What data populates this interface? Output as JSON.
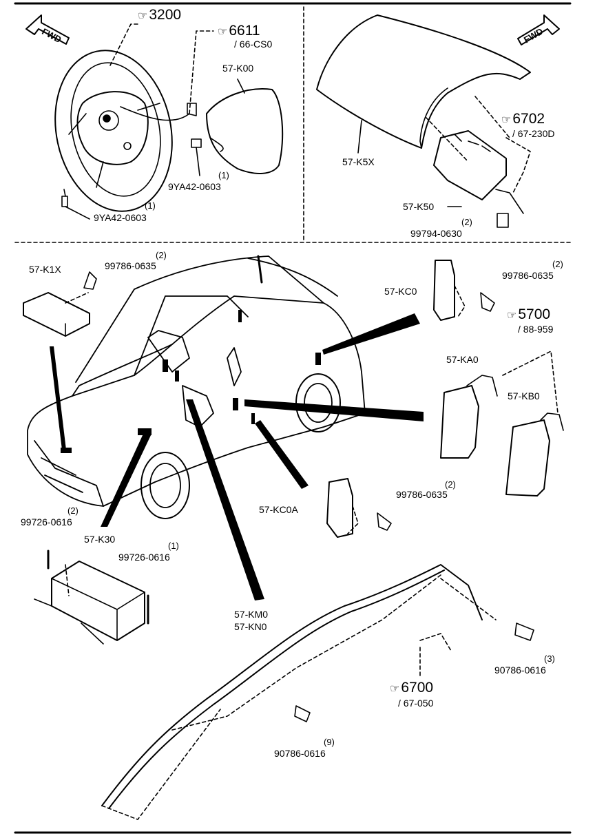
{
  "refs": {
    "r3200": "3200",
    "r6611": "6611",
    "r6611_sub": "/ 66-CS0",
    "r6702": "6702",
    "r6702_sub": "/ 67-230D",
    "r5700": "5700",
    "r5700_sub": "/ 88-959",
    "r6700": "6700",
    "r6700_sub": "/ 67-050"
  },
  "arrows": {
    "fwd_left": "FWD",
    "fwd_right": "FWD"
  },
  "parts": {
    "k00": "57-K00",
    "k5x": "57-K5X",
    "k50": "57-K50",
    "k1x": "57-K1X",
    "kc0": "57-KC0",
    "ka0": "57-KA0",
    "kb0": "57-KB0",
    "kc0a": "57-KC0A",
    "k30": "57-K30",
    "km0": "57-KM0",
    "kn0": "57-KN0"
  },
  "bolts": {
    "b1": {
      "code": "9YA42-0603",
      "qty": "(1)"
    },
    "b2": {
      "code": "9YA42-0603",
      "qty": "(1)"
    },
    "b3": {
      "code": "99794-0630",
      "qty": "(2)"
    },
    "b4": {
      "code": "99786-0635",
      "qty": "(2)"
    },
    "b5": {
      "code": "99786-0635",
      "qty": "(2)"
    },
    "b6": {
      "code": "99786-0635",
      "qty": "(2)"
    },
    "b7": {
      "code": "99726-0616",
      "qty": "(2)"
    },
    "b8": {
      "code": "99726-0616",
      "qty": "(1)"
    },
    "b9": {
      "code": "90786-0616",
      "qty": "(3)"
    },
    "b10": {
      "code": "90786-0616",
      "qty": "(9)"
    }
  },
  "icons": [
    "pointing-hand-icon",
    "fwd-arrow-icon"
  ],
  "colors": {
    "ink": "#000000",
    "paper": "#ffffff"
  }
}
